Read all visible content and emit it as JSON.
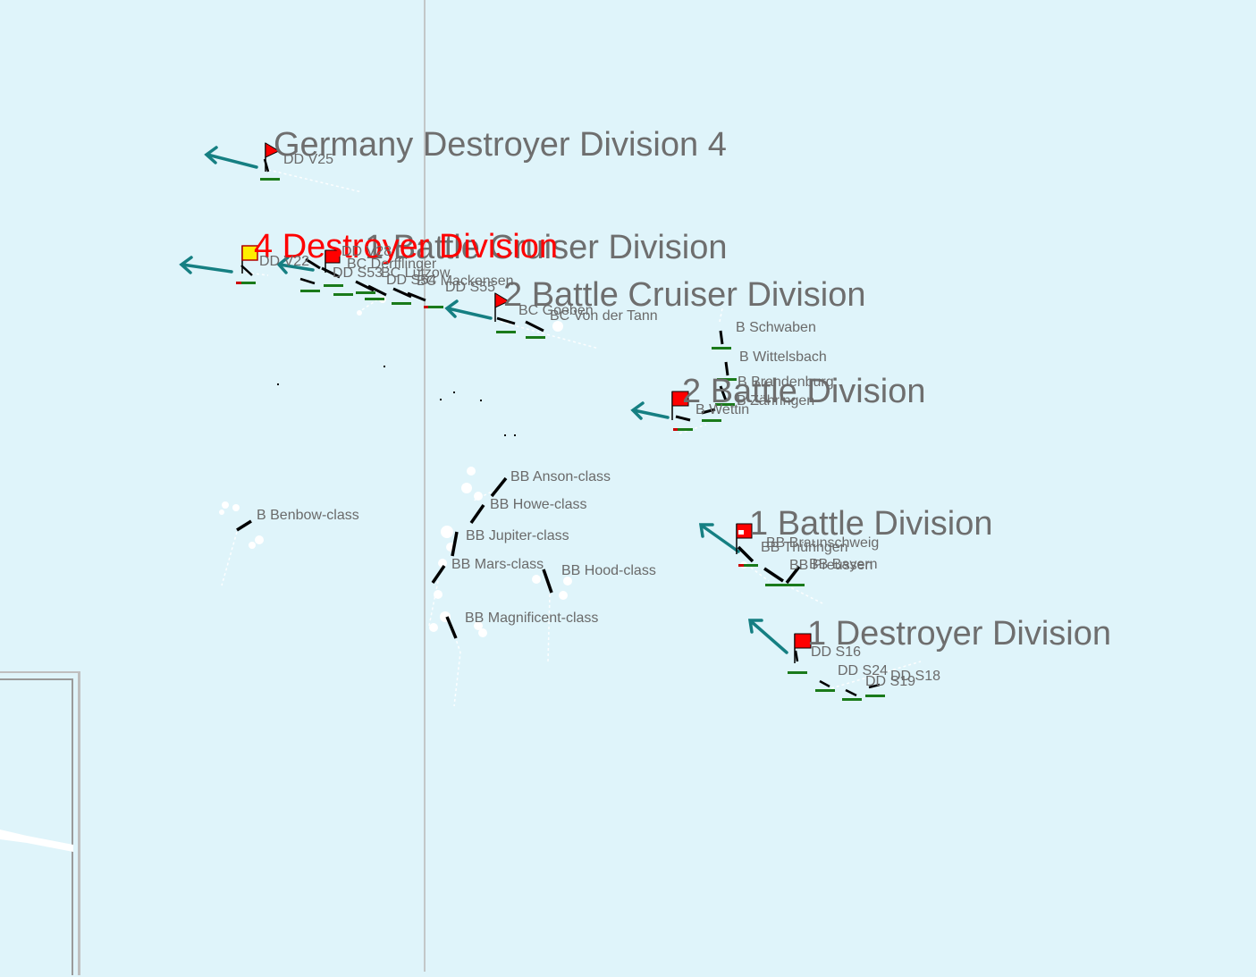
{
  "colors": {
    "sea": "#dff4fa",
    "division_label": "#6e6e6e",
    "selected_label": "#ff0000",
    "heading_arrow": "#157f82",
    "ship_ok_bar": "#1a7a1a",
    "damage": "#cc0000",
    "flag_red": "#ff0000",
    "flag_selected": "#ffee00"
  },
  "map": {
    "grid_line": "vertical",
    "panel": "map-inset-panel"
  },
  "divisions": [
    {
      "id": "ger-dd4",
      "label": "Germany Destroyer Division 4",
      "selected": false,
      "flag": "red"
    },
    {
      "id": "dd4",
      "label": "4 Destroyer Division",
      "selected": true,
      "flag": "yellow"
    },
    {
      "id": "bc1",
      "label": "1 Battle Cruiser Division",
      "selected": false,
      "flag": "red"
    },
    {
      "id": "bc2",
      "label": "2 Battle Cruiser Division",
      "selected": false,
      "flag": "red"
    },
    {
      "id": "b2",
      "label": "2 Battle Division",
      "selected": false,
      "flag": "red"
    },
    {
      "id": "b1",
      "label": "1 Battle Division",
      "selected": false,
      "flag": "red"
    },
    {
      "id": "dd1",
      "label": "1 Destroyer Division",
      "selected": false,
      "flag": "red"
    }
  ],
  "ships": [
    {
      "name": "DD V25"
    },
    {
      "name": "DD V22"
    },
    {
      "name": "DD V28"
    },
    {
      "name": "BC Derfflinger"
    },
    {
      "name": "DD S53"
    },
    {
      "name": "BC Lützow"
    },
    {
      "name": "DD S54"
    },
    {
      "name": "BC Mackensen"
    },
    {
      "name": "DD S55"
    },
    {
      "name": "BC Goeben"
    },
    {
      "name": "BC Von der Tann"
    },
    {
      "name": "B Schwaben"
    },
    {
      "name": "B Wittelsbach"
    },
    {
      "name": "B Brandenburg"
    },
    {
      "name": "B Zähringen"
    },
    {
      "name": "B Wettin"
    },
    {
      "name": "BB Braunschweig"
    },
    {
      "name": "BB Thüringen"
    },
    {
      "name": "BB Bayern"
    },
    {
      "name": "BB Preussen"
    },
    {
      "name": "DD S16"
    },
    {
      "name": "DD S24"
    },
    {
      "name": "DD S19"
    },
    {
      "name": "DD S18"
    },
    {
      "name": "BB Anson-class"
    },
    {
      "name": "BB Howe-class"
    },
    {
      "name": "BB Jupiter-class"
    },
    {
      "name": "BB Mars-class"
    },
    {
      "name": "BB Hood-class"
    },
    {
      "name": "BB Magnificent-class"
    },
    {
      "name": "B Benbow-class"
    }
  ]
}
